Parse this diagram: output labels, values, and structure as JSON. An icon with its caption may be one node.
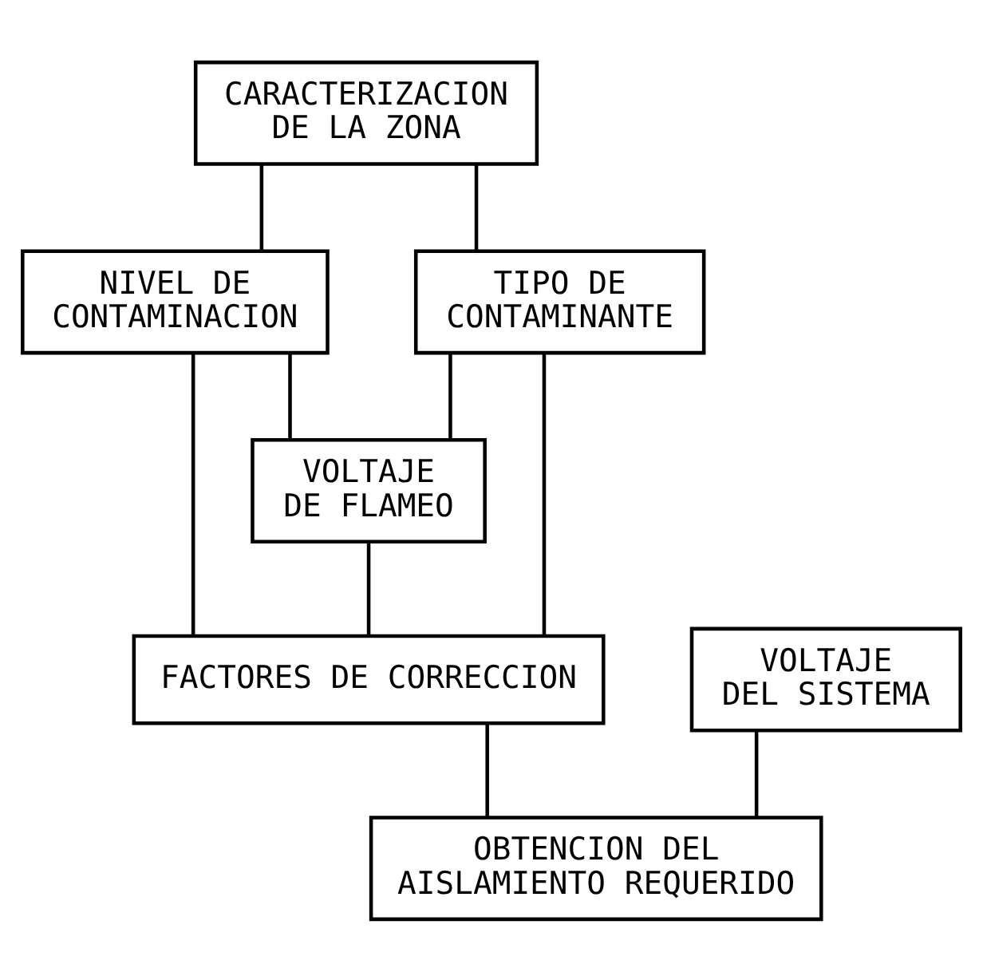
{
  "diagram": {
    "nodes": [
      {
        "text": [
          "CARACTERIZACION DE LA ZONA"
        ]
      },
      {
        "text": [
          "NIVEL DE CONTAMINACION"
        ]
      },
      {
        "text": [
          "TIPO DE CONTAMINANTE"
        ]
      },
      {
        "text": [
          "VOLTAJE DE FLAMEO"
        ]
      },
      {
        "text": [
          "FACTORES DE CORRECCION"
        ]
      },
      {
        "text": [
          "VOLTAJE DEL SISTEMA"
        ]
      },
      {
        "text": [
          "OBTENCION DEL AISLAMIENTO REQUERIDO"
        ]
      }
    ],
    "edges": [
      {
        "from": 0,
        "to": 1,
        "arrow": "none"
      },
      {
        "from": 0,
        "to": 2,
        "arrow": "none"
      },
      {
        "from": 1,
        "to": 3,
        "arrow": "none"
      },
      {
        "from": 2,
        "to": 3,
        "arrow": "none"
      },
      {
        "from": 1,
        "to": 4,
        "arrow": "none"
      },
      {
        "from": 2,
        "to": 4,
        "arrow": "none"
      },
      {
        "from": 3,
        "to": 4,
        "arrow": "none"
      },
      {
        "from": 4,
        "to": 6,
        "arrow": "none"
      },
      {
        "from": 5,
        "to": 6,
        "arrow": "none"
      }
    ]
  }
}
